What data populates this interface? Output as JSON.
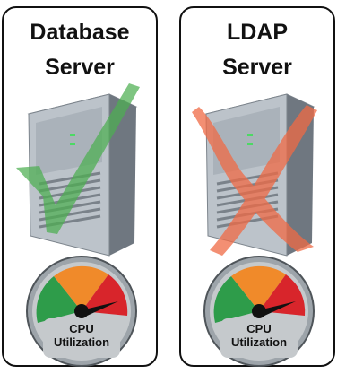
{
  "panels": [
    {
      "title_line1": "Database",
      "title_line2": "Server",
      "status": "check-mark",
      "status_color": "#4caf50",
      "gauge_label_line1": "CPU",
      "gauge_label_line2": "Utilization"
    },
    {
      "title_line1": "LDAP",
      "title_line2": "Server",
      "status": "x-mark",
      "status_color": "#f06a45",
      "gauge_label_line1": "CPU",
      "gauge_label_line2": "Utilization"
    }
  ],
  "gauge_colors": {
    "low": "#2e9c4a",
    "mid": "#f08a2a",
    "high": "#d8252b"
  }
}
